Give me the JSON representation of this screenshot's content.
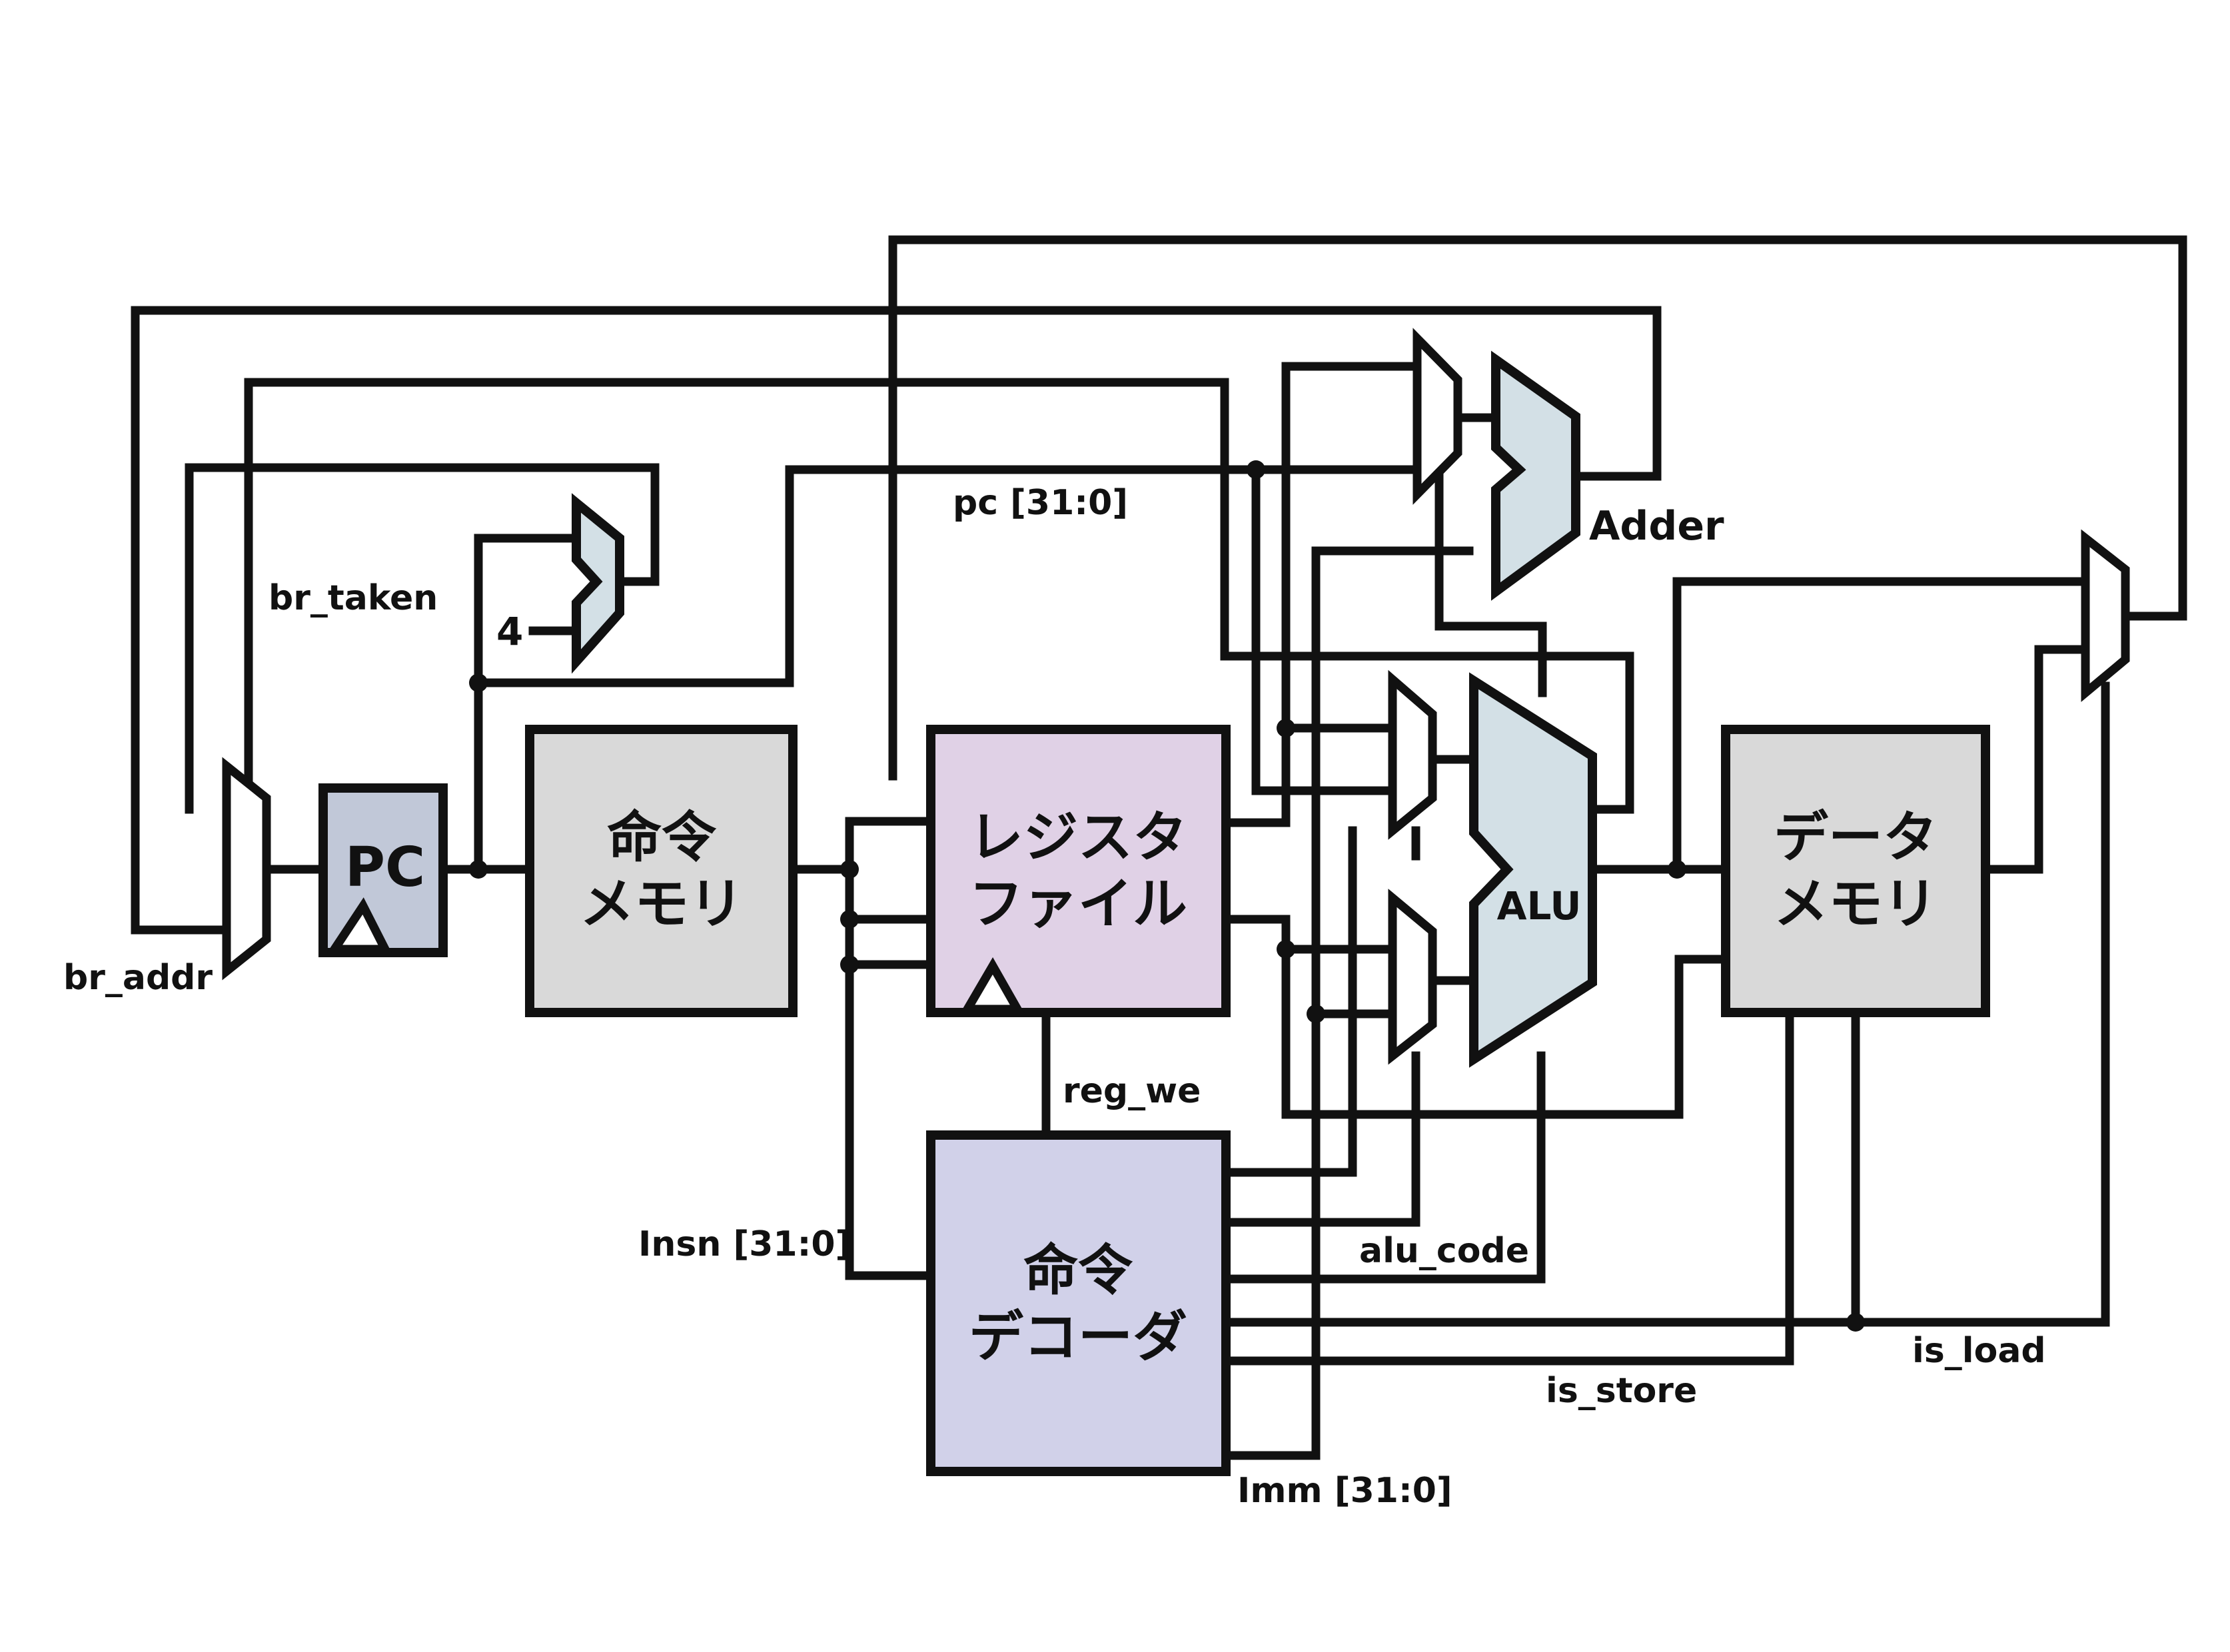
{
  "colors": {
    "pc_fill": "#c1c8d8",
    "memory_fill": "#d9d9d9",
    "regfile_fill": "#e0d1e6",
    "decoder_fill": "#d1d1e9",
    "arith_fill": "#d3e0e6",
    "wire": "#111111"
  },
  "blocks": {
    "pc": "PC",
    "imem_line1": "命令",
    "imem_line2": "メモリ",
    "regfile_line1": "レジスタ",
    "regfile_line2": "ファイル",
    "decoder_line1": "命令",
    "decoder_line2": "デコーダ",
    "dmem_line1": "データ",
    "dmem_line2": "メモリ",
    "alu": "ALU",
    "adder": "Adder",
    "const_four": "4"
  },
  "signals": {
    "pc": "pc [31:0]",
    "br_taken": "br_taken",
    "br_addr": "br_addr",
    "reg_we": "reg_we",
    "insn": "Insn [31:0]",
    "alu_code": "alu_code",
    "is_store": "is_store",
    "is_load": "is_load",
    "imm": "Imm [31:0]"
  }
}
